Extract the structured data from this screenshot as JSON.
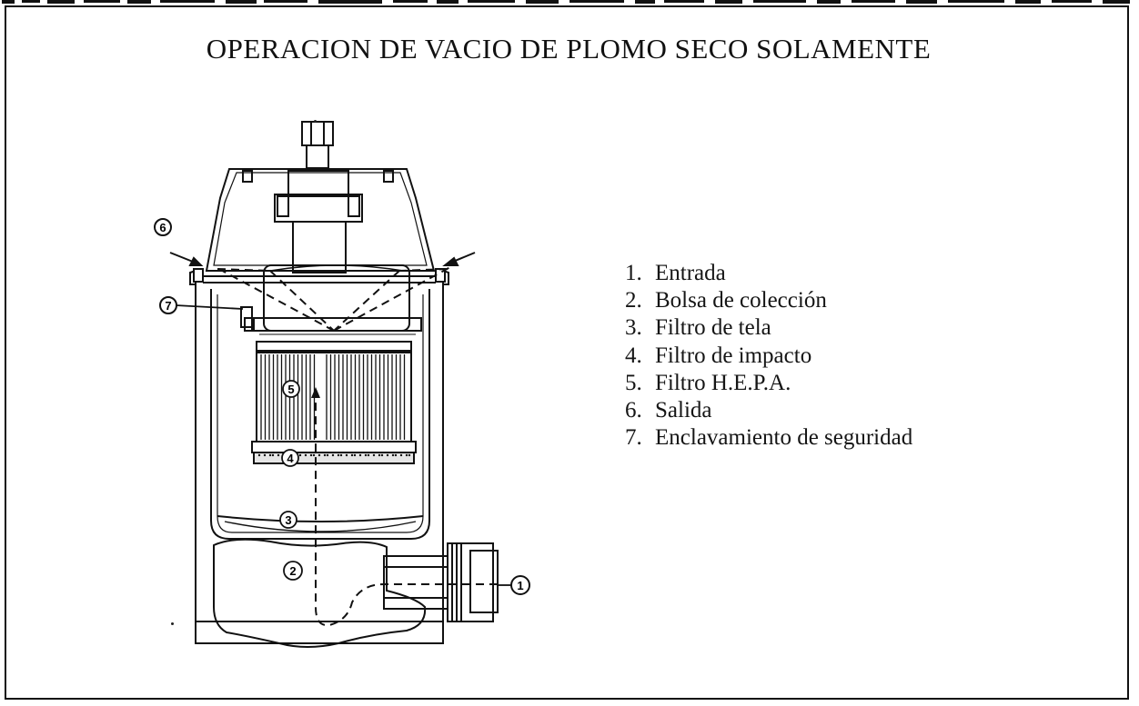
{
  "title": "OPERACION DE VACIO DE PLOMO SECO SOLAMENTE",
  "callout_numbers": [
    "1",
    "2",
    "3",
    "4",
    "5",
    "6",
    "7"
  ],
  "legend": [
    {
      "number": "1.",
      "label": "Entrada"
    },
    {
      "number": "2.",
      "label": "Bolsa de colección"
    },
    {
      "number": "3.",
      "label": "Filtro de tela"
    },
    {
      "number": "4.",
      "label": "Filtro de impacto"
    },
    {
      "number": "5.",
      "label": "Filtro H.E.P.A."
    },
    {
      "number": "6.",
      "label": "Salida"
    },
    {
      "number": "7.",
      "label": "Enclavamiento de seguridad"
    }
  ],
  "colors": {
    "ink": "#111111",
    "paper": "#ffffff",
    "fill_gray": "#e6e6e6"
  }
}
